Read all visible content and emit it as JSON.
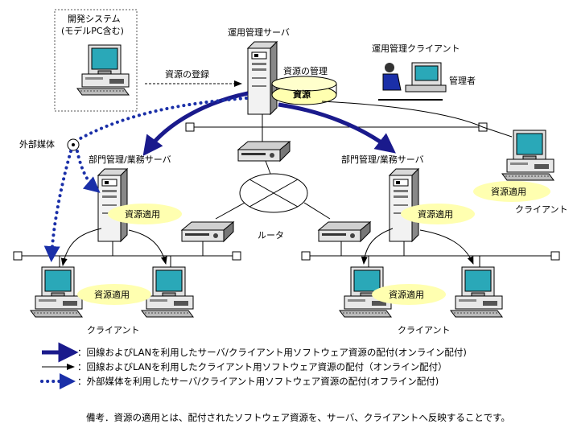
{
  "nodes": {
    "dev_system_line1": "開発システム",
    "dev_system_line2": "(モデルPC含む)",
    "ops_server": "運用管理サーバ",
    "ops_client": "運用管理クライアント",
    "administrator": "管理者",
    "resource_mgmt": "資源の管理",
    "resource": "資源",
    "registration": "資源の登録",
    "external_media": "外部媒体",
    "dept_server_left": "部門管理/業務サーバ",
    "dept_server_right": "部門管理/業務サーバ",
    "router": "ルータ",
    "apply_left_server": "資源適用",
    "apply_right_server": "資源適用",
    "apply_left_clients": "資源適用",
    "apply_right_clients": "資源適用",
    "apply_top_client": "資源適用",
    "client_label_left": "クライアント",
    "client_label_right": "クライアント",
    "client_label_top": "クライアント"
  },
  "legend": [
    {
      "style": "thick-arrow",
      "text": "：回線およびLANを利用したサーバ/クライアント用ソフトウェア資源の配付(オンライン配付)"
    },
    {
      "style": "thin-arrow",
      "text": "：回線およびLANを利用したクライアント用ソフトウェア資源の配付（オンライン配付）"
    },
    {
      "style": "dotted-arrow",
      "text": "：外部媒体を利用したサーバ/クライアント用ソフトウェア資源の配付(オフライン配付)"
    }
  ],
  "note": "備考．資源の適用とは、配付されたソフトウェア資源を、サーバ、クライアントへ反映することです。",
  "colors": {
    "thick_arrow": "#1a1a8c",
    "dotted_arrow": "#1a2fa8",
    "resource_ellipse": "#ffffb0",
    "monitor_screen": "#2aa8b8"
  }
}
